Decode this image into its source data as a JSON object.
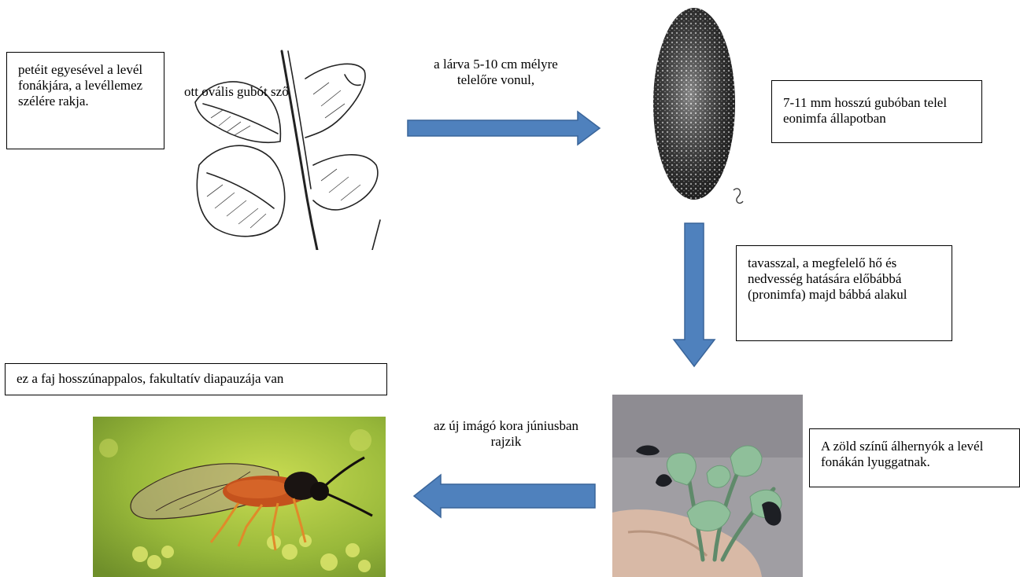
{
  "boxes": {
    "eggs": "petéit egyesével a levél fonákjára, a levéllemez szélére rakja.",
    "cocoon": "7-11 mm hosszú gubóban telel eonimfa állapotban",
    "spring": "tavasszal, a megfelelő hő és nedvesség hatására előbábbá (pronimfa) majd bábbá alakul",
    "larvae": "A zöld színű álhernyók a levél fonákán lyuggatnak.",
    "diapause": "ez a faj hosszúnappalos, fakultatív diapauzája van"
  },
  "labels": {
    "leaf_overlay": "ott ovális gubót sző",
    "arrow_right": "a lárva 5-10 cm mélyre telelőre vonul,",
    "arrow_left": "az új imágó kora júniusban rajzik"
  },
  "arrows": {
    "right": {
      "direction": "right",
      "color": "#4f81bd"
    },
    "down": {
      "direction": "down",
      "color": "#4f81bd"
    },
    "left": {
      "direction": "left",
      "color": "#4f81bd"
    }
  },
  "images": {
    "leaf_sketch": "leaf-sketch-icon",
    "cocoon_drawing": "cocoon-icon",
    "larvae_photo": "larvae-photo",
    "adult_photo": "sawfly-photo"
  }
}
